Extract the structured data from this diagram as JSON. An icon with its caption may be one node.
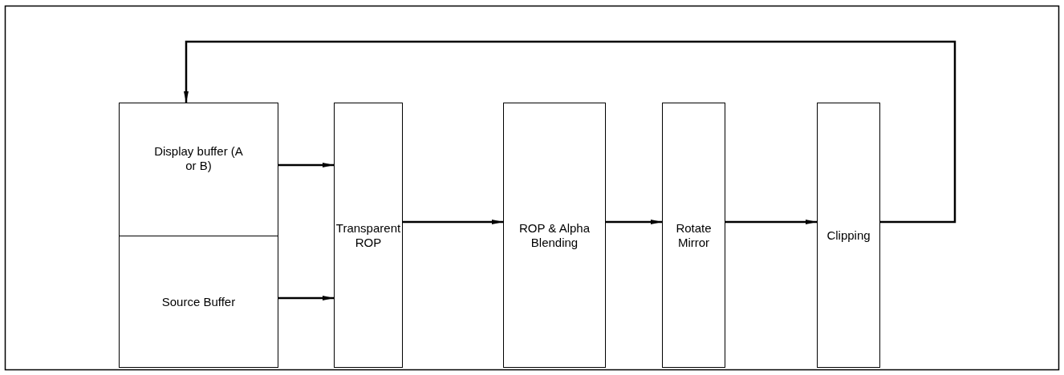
{
  "diagram": {
    "nodes": [
      {
        "text": [
          "Display buffer (A or B)"
        ]
      },
      {
        "text": [
          "Source Buffer"
        ]
      },
      {
        "text": [
          "Transparent ROP"
        ]
      },
      {
        "text": [
          "ROP & Alpha Blending"
        ]
      },
      {
        "text": [
          "Rotate Mirror"
        ]
      },
      {
        "text": [
          "Clipping"
        ]
      }
    ],
    "edges": [
      {
        "from": 0,
        "to": 2,
        "arrow": "to"
      },
      {
        "from": 1,
        "to": 2,
        "arrow": "to"
      },
      {
        "from": 2,
        "to": 3,
        "arrow": "to"
      },
      {
        "from": 3,
        "to": 4,
        "arrow": "to"
      },
      {
        "from": 4,
        "to": 5,
        "arrow": "to"
      },
      {
        "from": 5,
        "to": 0,
        "arrow": "to"
      }
    ]
  }
}
